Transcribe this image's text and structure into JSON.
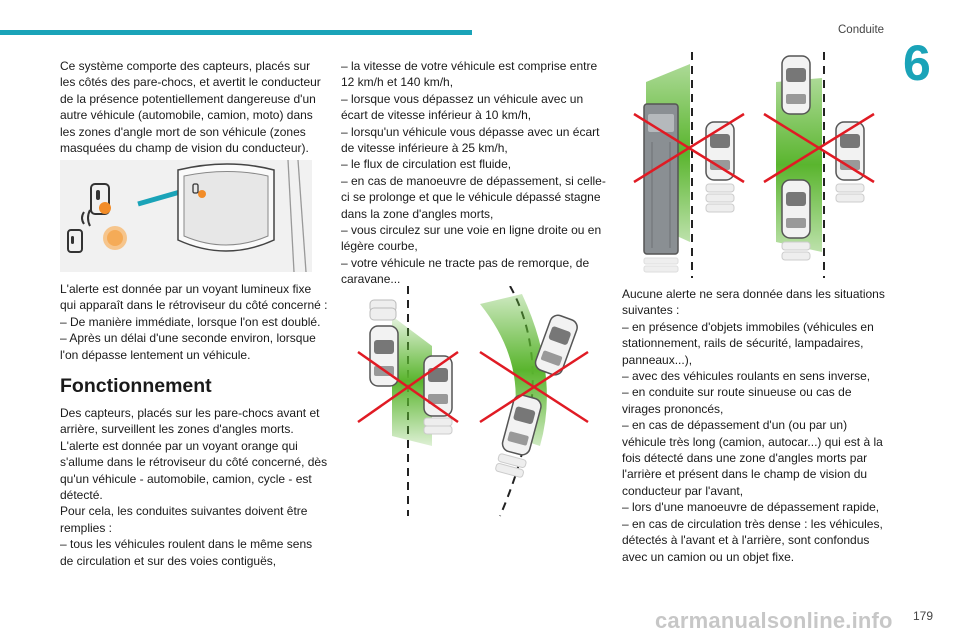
{
  "header": {
    "title": "Conduite",
    "chapter": "6",
    "page_number": "179"
  },
  "colors": {
    "accent": "#1aa3b8",
    "zone_green": "#5ab52e",
    "cross_red": "#e01b24",
    "warning_orange": "#f28c28"
  },
  "col1": {
    "intro": "Ce système comporte des capteurs, placés sur les côtés des pare-chocs, et avertit le conducteur de la présence potentiellement dangereuse d'un autre véhicule (automobile, camion, moto) dans les zones d'angle mort de son véhicule (zones masquées du champ de vision du conducteur).",
    "alert_lines": [
      "L'alerte est donnée par un voyant lumineux fixe qui apparaît dans le rétroviseur du côté concerné :",
      "– De manière immédiate, lorsque l'on est doublé.",
      "– Après un délai d'une seconde environ, lorsque l'on dépasse lentement un véhicule."
    ],
    "section_title": "Fonctionnement",
    "function_lines": [
      "Des capteurs, placés sur les pare-chocs avant et arrière, surveillent les zones d'angles morts.",
      "L'alerte est donnée par un voyant orange qui s'allume dans le rétroviseur du côté concerné, dès qu'un véhicule - automobile, camion, cycle - est détecté.",
      "Pour cela, les conduites suivantes doivent être remplies :",
      "– tous les véhicules roulent dans le même sens de circulation et sur des voies contiguës,"
    ]
  },
  "col2": {
    "lines": [
      "– la vitesse de votre véhicule est comprise entre 12 km/h et 140 km/h,",
      "– lorsque vous dépassez un véhicule avec un écart de vitesse inférieur à 10 km/h,",
      "– lorsqu'un véhicule vous dépasse avec un écart de vitesse inférieure à 25 km/h,",
      "– le flux de circulation est fluide,",
      "– en cas de manoeuvre de dépassement, si celle-ci se prolonge et que le véhicule dépassé stagne dans la zone d'angles morts,",
      "– vous circulez sur une voie en ligne droite ou en légère courbe,",
      "– votre véhicule ne tracte pas de remorque, de caravane..."
    ]
  },
  "col3": {
    "lines": [
      "Aucune alerte ne sera donnée dans les situations suivantes :",
      "– en présence d'objets immobiles (véhicules en stationnement, rails de sécurité, lampadaires, panneaux...),",
      "– avec des véhicules roulants en sens inverse,",
      "– en conduite sur route sinueuse ou cas de virages prononcés,",
      "– en cas de dépassement d'un (ou par un) véhicule très long (camion, autocar...) qui est à la fois détecté dans une zone d'angles morts par l'arrière et présent dans le champ de vision du conducteur par l'avant,",
      "– lors d'une manoeuvre de dépassement rapide,",
      "– en cas de circulation très dense : les véhicules, détectés à l'avant et à l'arrière, sont confondus avec un camion ou un objet fixe."
    ]
  },
  "watermark": "carmanualsonline.info"
}
